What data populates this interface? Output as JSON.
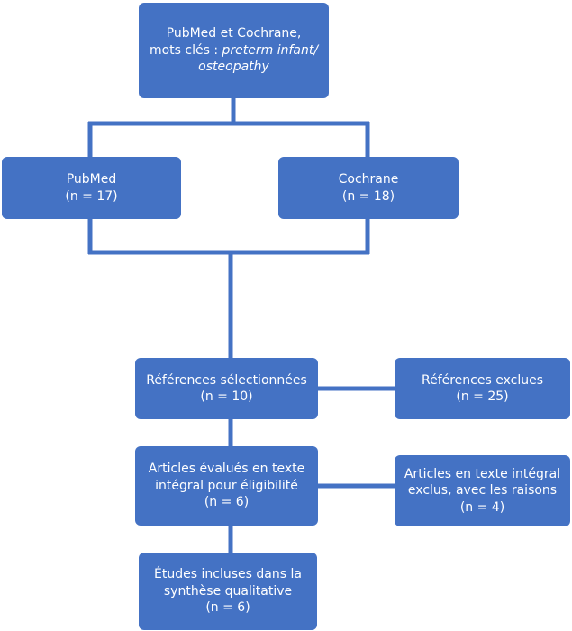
{
  "colors": {
    "box_fill": "#4472c4",
    "connector": "#4472c4",
    "text": "#ffffff"
  },
  "search": {
    "line1": "PubMed et Cochrane,",
    "line2_prefix": "mots clés : ",
    "line2_italic": "preterm infant/",
    "line3_italic": "osteopathy"
  },
  "pubmed": {
    "name": "PubMed",
    "count": "(n = 17)"
  },
  "cochrane": {
    "name": "Cochrane",
    "count": "(n = 18)"
  },
  "selected": {
    "label": "Références sélectionnées",
    "count": "(n = 10)"
  },
  "excluded": {
    "label": "Références exclues",
    "count": "(n = 25)"
  },
  "fulltext": {
    "line1": "Articles évalués en texte",
    "line2": "intégral pour éligibilité",
    "count": "(n = 6)"
  },
  "fulltext_excluded": {
    "line1": "Articles en texte intégral",
    "line2": "exclus, avec les raisons",
    "count": "(n = 4)"
  },
  "included": {
    "line1": "Études incluses dans la",
    "line2": "synthèse qualitative",
    "count": "(n = 6)"
  }
}
